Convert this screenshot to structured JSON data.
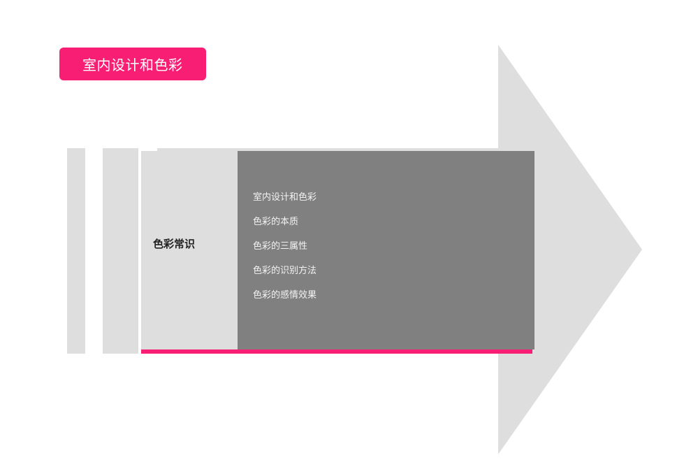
{
  "header": {
    "title": "室内设计和色彩"
  },
  "section": {
    "label": "色彩常识",
    "items": [
      {
        "text": "室内设计和色彩"
      },
      {
        "text": "色彩的本质"
      },
      {
        "text": "色彩的三属性"
      },
      {
        "text": "色彩的识别方法"
      },
      {
        "text": "色彩的感情效果"
      }
    ]
  },
  "colors": {
    "accent": "#f81e74",
    "arrow": "#dedede",
    "panel": "#808080",
    "panel_text": "#f2f2f2"
  }
}
